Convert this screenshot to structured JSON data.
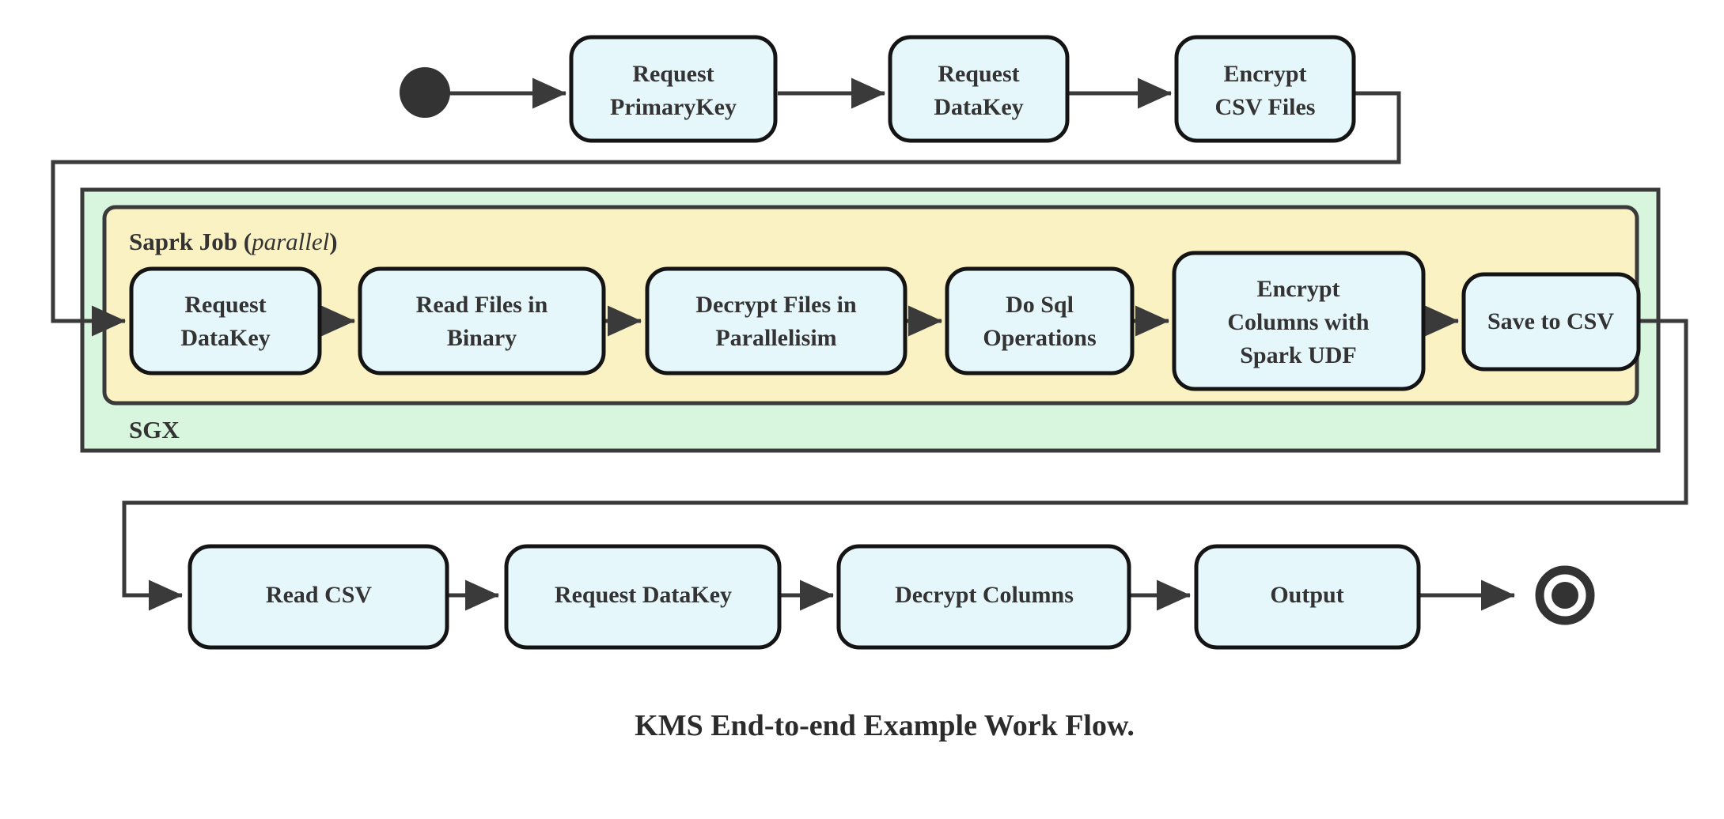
{
  "diagram": {
    "caption": "KMS End-to-end Example Work Flow.",
    "colors": {
      "node_fill": "#e6f7fb",
      "node_stroke": "#141414",
      "sgx_fill": "#d8f5dd",
      "spark_fill": "#fbf2c4",
      "edge": "#3a3a3a",
      "text": "#333333"
    },
    "start_node": {
      "name": "start-node",
      "shape": "filled-circle"
    },
    "end_node": {
      "name": "end-node",
      "shape": "bullseye-circle"
    },
    "containers": [
      {
        "id": "sgx",
        "label": "SGX",
        "label_position": "bottom-left"
      },
      {
        "id": "spark-job",
        "label_main": "Saprk Job",
        "label_paren_open": "(",
        "label_italic": "parallel",
        "label_paren_close": ")",
        "label_position": "top-left"
      }
    ],
    "rows": {
      "top": [
        {
          "id": "request-primarykey",
          "lines": [
            "Request",
            "PrimaryKey"
          ]
        },
        {
          "id": "request-datakey-top",
          "lines": [
            "Request",
            "DataKey"
          ]
        },
        {
          "id": "encrypt-csv-files",
          "lines": [
            "Encrypt",
            "CSV Files"
          ]
        }
      ],
      "middle": [
        {
          "id": "request-datakey-spark",
          "lines": [
            "Request",
            "DataKey"
          ]
        },
        {
          "id": "read-files-in-binary",
          "lines": [
            "Read Files in",
            "Binary"
          ]
        },
        {
          "id": "decrypt-files-in-parallelisim",
          "lines": [
            "Decrypt Files in",
            "Parallelisim"
          ]
        },
        {
          "id": "do-sql-operations",
          "lines": [
            "Do Sql",
            "Operations"
          ]
        },
        {
          "id": "encrypt-columns-with-spark-udf",
          "lines": [
            "Encrypt",
            "Columns with",
            "Spark UDF"
          ]
        },
        {
          "id": "save-to-csv",
          "lines": [
            "Save to CSV"
          ]
        }
      ],
      "bottom": [
        {
          "id": "read-csv",
          "lines": [
            "Read CSV"
          ]
        },
        {
          "id": "request-datakey-bottom",
          "lines": [
            "Request DataKey"
          ]
        },
        {
          "id": "decrypt-columns",
          "lines": [
            "Decrypt Columns"
          ]
        },
        {
          "id": "output",
          "lines": [
            "Output"
          ]
        }
      ]
    }
  }
}
